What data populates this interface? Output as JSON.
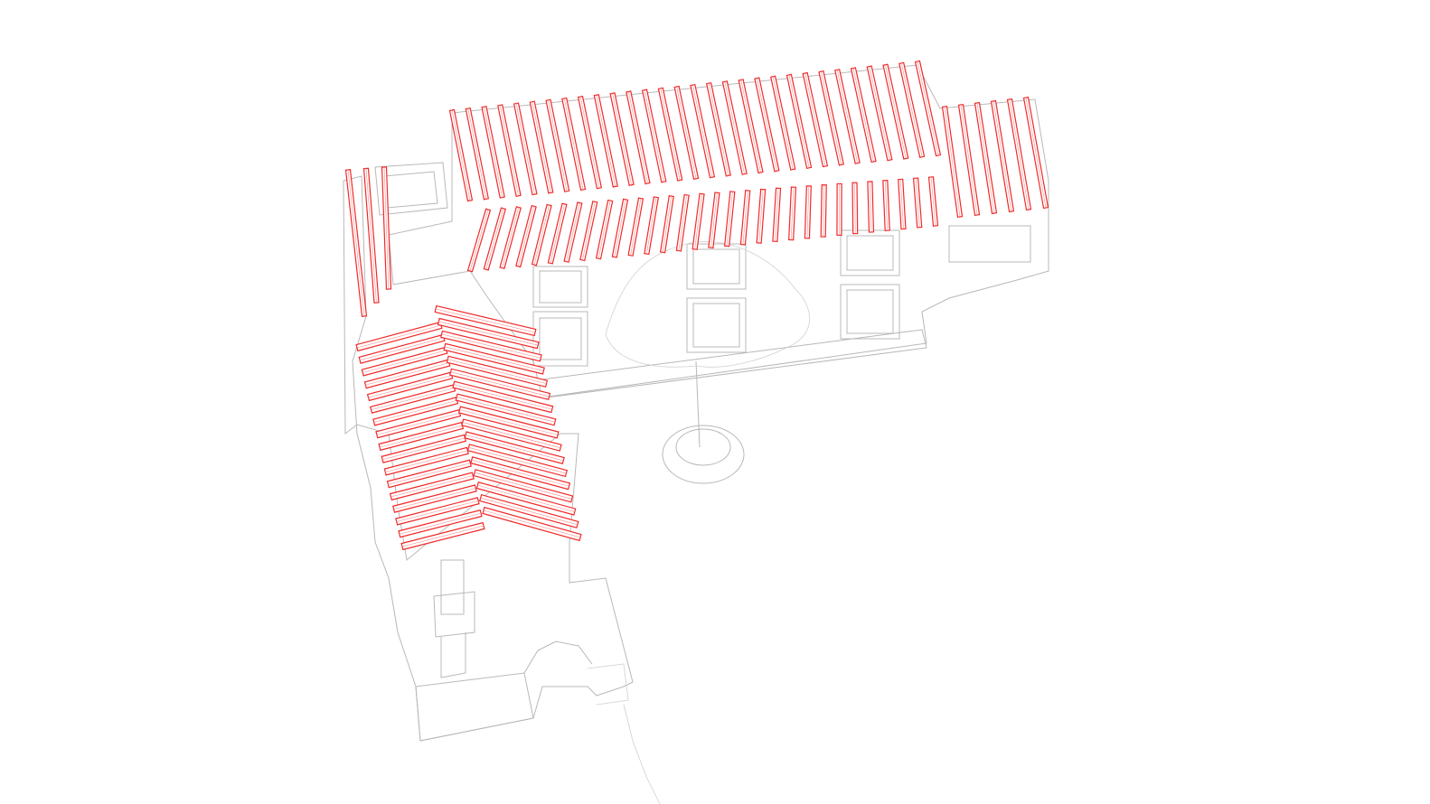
{
  "diagram": {
    "type": "axonometric-roof-structure",
    "colors": {
      "highlight": "#f02a2a",
      "highlight_light": "#f58a8a",
      "linework": "#b8b8b8",
      "background": "#ffffff"
    },
    "rafter_groups": [
      {
        "name": "main-roof-upper-rafters",
        "count": 30
      },
      {
        "name": "main-roof-lower-rafters",
        "count": 30
      },
      {
        "name": "east-wing-rafters",
        "count": 6
      },
      {
        "name": "west-wing-rafters",
        "count": 3
      },
      {
        "name": "curved-roof-left-beams",
        "count": 17
      },
      {
        "name": "curved-roof-right-beams",
        "count": 17
      }
    ]
  }
}
